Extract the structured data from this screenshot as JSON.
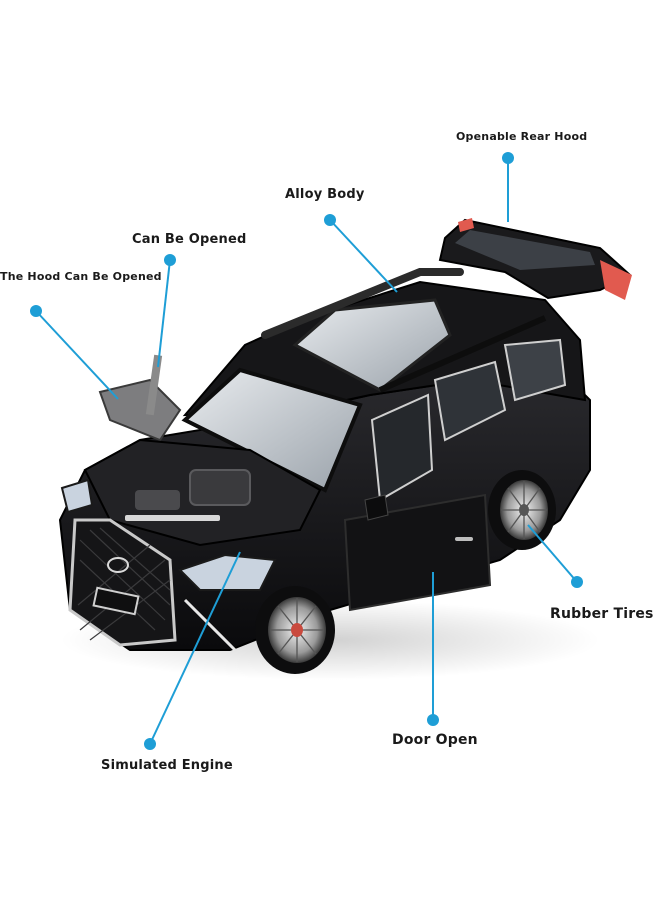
{
  "colors": {
    "accent": "#1e9ed6",
    "body": "#141414",
    "text": "#1a1a1a"
  },
  "callouts": {
    "rear_hood": "Openable Rear Hood",
    "alloy_body": "Alloy Body",
    "can_be_opened": "Can Be Opened",
    "hood_opened": "The Hood Can Be Opened",
    "rubber_tires": "Rubber Tires",
    "door_open": "Door Open",
    "simulated_engine": "Simulated Engine"
  }
}
